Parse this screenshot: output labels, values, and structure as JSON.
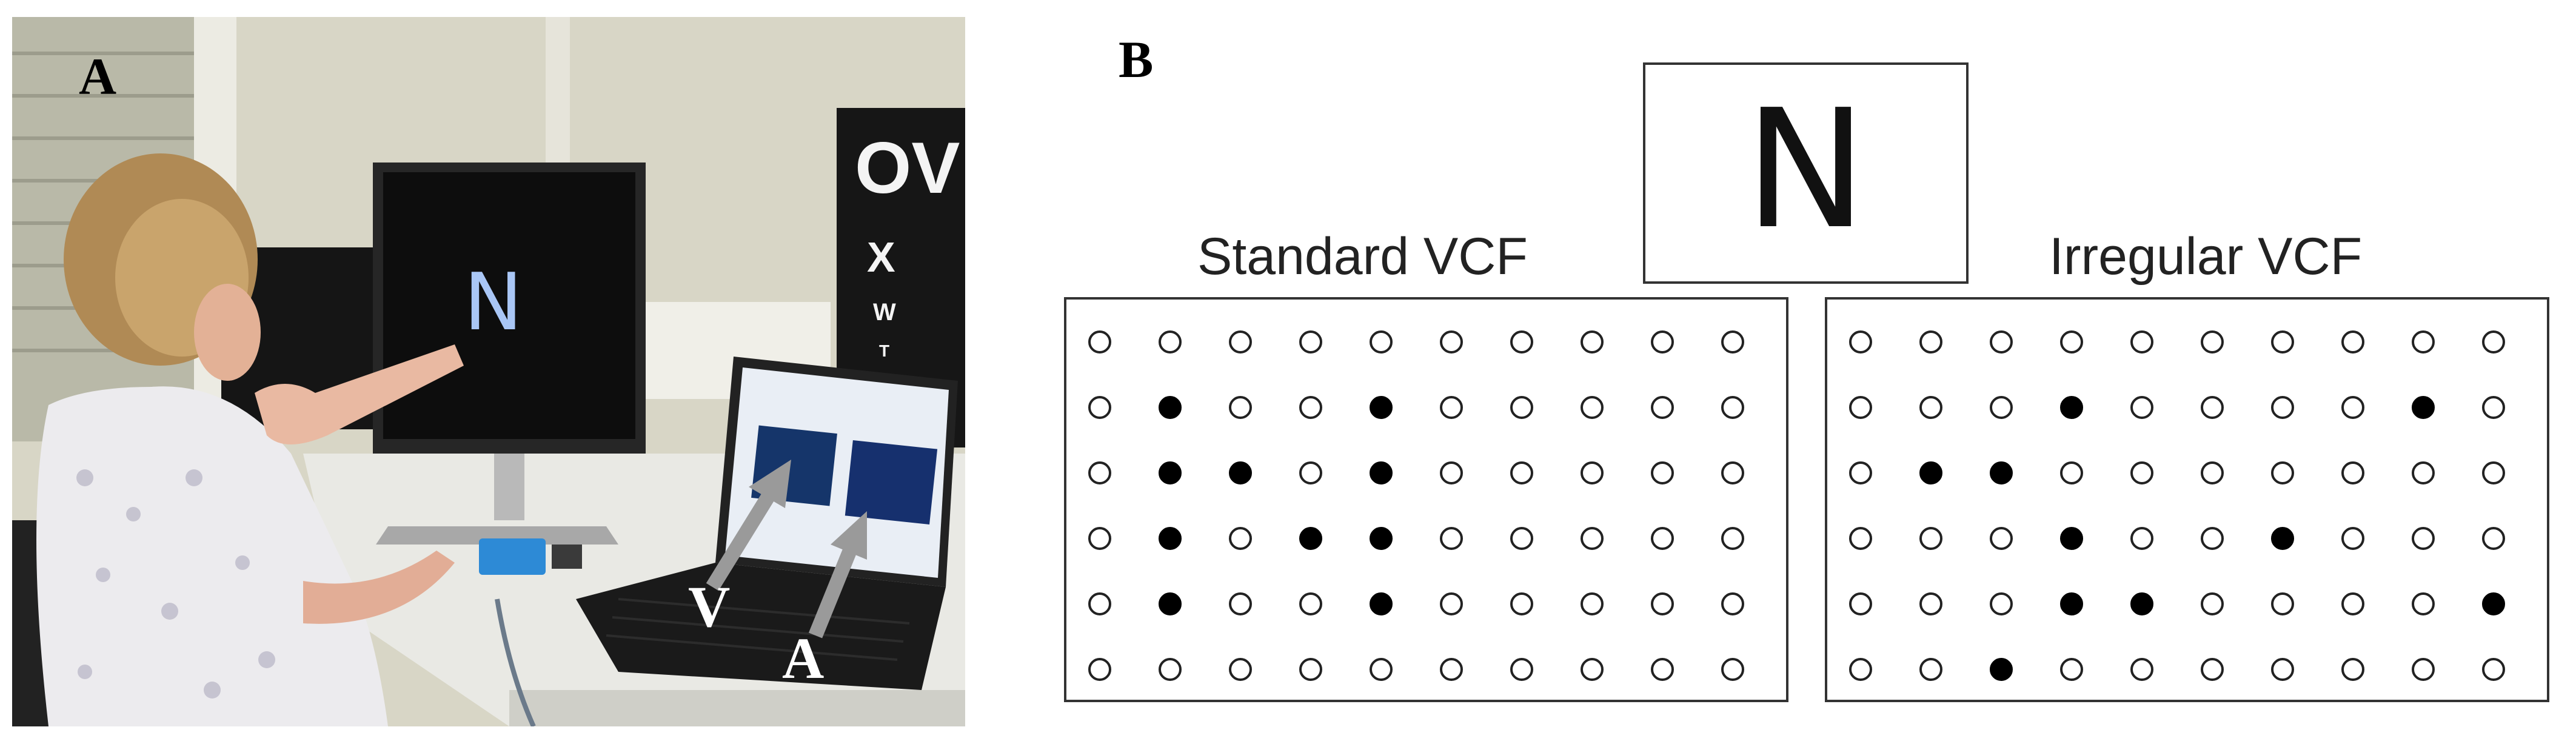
{
  "panel_a": {
    "letter": "A",
    "screen_letter": "N",
    "arrow_labels": [
      "V",
      "A"
    ]
  },
  "panel_b": {
    "letter": "B",
    "stimulus_letter": "N",
    "grids": [
      {
        "title": "Standard VCF",
        "rows": 6,
        "cols": 10,
        "filled": [
          [
            1,
            1
          ],
          [
            1,
            4
          ],
          [
            2,
            1
          ],
          [
            2,
            2
          ],
          [
            2,
            4
          ],
          [
            3,
            1
          ],
          [
            3,
            3
          ],
          [
            3,
            4
          ],
          [
            4,
            1
          ],
          [
            4,
            4
          ]
        ]
      },
      {
        "title": "Irregular VCF",
        "rows": 6,
        "cols": 10,
        "filled": [
          [
            1,
            3
          ],
          [
            1,
            8
          ],
          [
            2,
            1
          ],
          [
            2,
            2
          ],
          [
            3,
            3
          ],
          [
            3,
            6
          ],
          [
            4,
            3
          ],
          [
            4,
            4
          ],
          [
            4,
            9
          ],
          [
            5,
            2
          ]
        ]
      }
    ]
  },
  "colors": {
    "dot_stroke": "#222222",
    "dot_filled": "#000000",
    "box_border": "#333333"
  }
}
